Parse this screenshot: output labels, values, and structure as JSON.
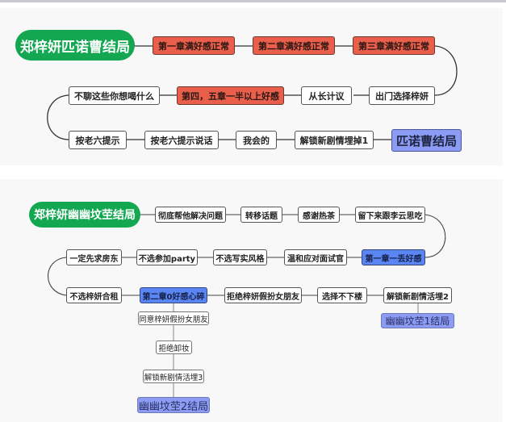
{
  "diagram1": {
    "root": "郑梓妍匹诺曹结局",
    "row1": [
      "第一章满好感正常",
      "第二章满好感正常",
      "第三章满好感正常"
    ],
    "row2": [
      "出门选择梓妍",
      "从长计议",
      "第四，五章一半以上好感",
      "不聊这些你想喝什么"
    ],
    "row3": [
      "按老六提示",
      "按老六提示说话",
      "我会的",
      "解锁新剧情埋掉1"
    ],
    "ending": "匹诺曹结局"
  },
  "diagram2": {
    "root": "郑梓妍幽幽坟茔结局",
    "row1": [
      "彻底帮他解决问题",
      "转移话题",
      "感谢热茶",
      "留下来跟李云思吃"
    ],
    "row2": [
      "第一章一丢好感",
      "温和应对面试官",
      "不选写实风格",
      "不选参加party",
      "一定先求房东"
    ],
    "row3": [
      "不选梓妍合租",
      "第二章0好感心碎",
      "拒绝梓妍假扮女朋友",
      "选择不下楼",
      "解锁新剧情活埋2"
    ],
    "ending1": "幽幽坟茔1结局",
    "branch": [
      "同意梓妍假扮女朋友",
      "拒绝卸妆",
      "解锁新剧情活埋3"
    ],
    "ending2": "幽幽坟茔2结局"
  },
  "colors": {
    "root_green": "#13a752",
    "chapter_red": "#ea5f4c",
    "ending_purple": "#8c9cf5",
    "chapter_blue": "#5a86f4"
  }
}
